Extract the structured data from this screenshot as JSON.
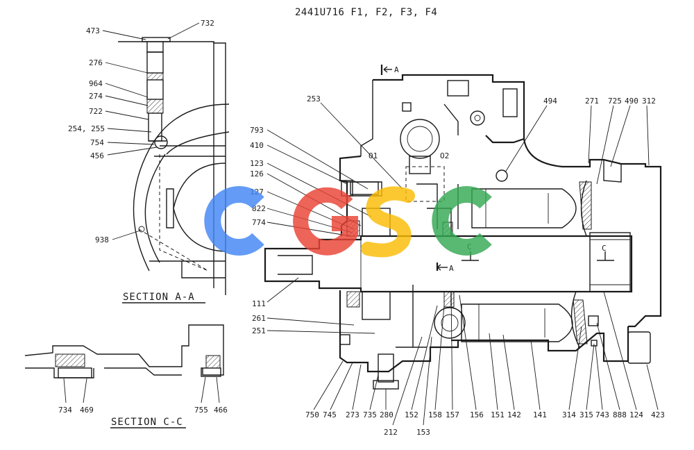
{
  "title": "2441U716 F1, F2, F3, F4",
  "sections": {
    "aa": "SECTION  A-A",
    "cc": "SECTION  C-C"
  },
  "markers": {
    "a_top": "A",
    "a_mid": "A",
    "c_mid": "C",
    "c_right": "C",
    "o1": "O1",
    "o2": "O2"
  },
  "watermark": {
    "text": "CGSC",
    "colors": [
      "#4285F4",
      "#EA4335",
      "#FBBC05",
      "#34A853"
    ]
  },
  "labels": {
    "l473": "473",
    "l732": "732",
    "l276": "276",
    "l964": "964",
    "l274": "274",
    "l722": "722",
    "l254": "254, 255",
    "l754": "754",
    "l456": "456",
    "l938": "938",
    "l734": "734",
    "l469": "469",
    "l755": "755",
    "l466": "466",
    "l253": "253",
    "l793": "793",
    "l410": "410",
    "l123": "123",
    "l126": "126",
    "l127": "127",
    "l822": "822",
    "l774": "774",
    "l111": "111",
    "l261": "261",
    "l251": "251",
    "l750": "750",
    "l745": "745",
    "l273": "273",
    "l735": "735",
    "l280": "280",
    "l212": "212",
    "l152": "152",
    "l153": "153",
    "l158": "158",
    "l157": "157",
    "l156": "156",
    "l151": "151",
    "l142": "142",
    "l141": "141",
    "l314": "314",
    "l315": "315",
    "l743": "743",
    "l888": "888",
    "l124": "124",
    "l423": "423",
    "l494": "494",
    "l271": "271",
    "l725": "725",
    "l490": "490",
    "l312": "312"
  }
}
